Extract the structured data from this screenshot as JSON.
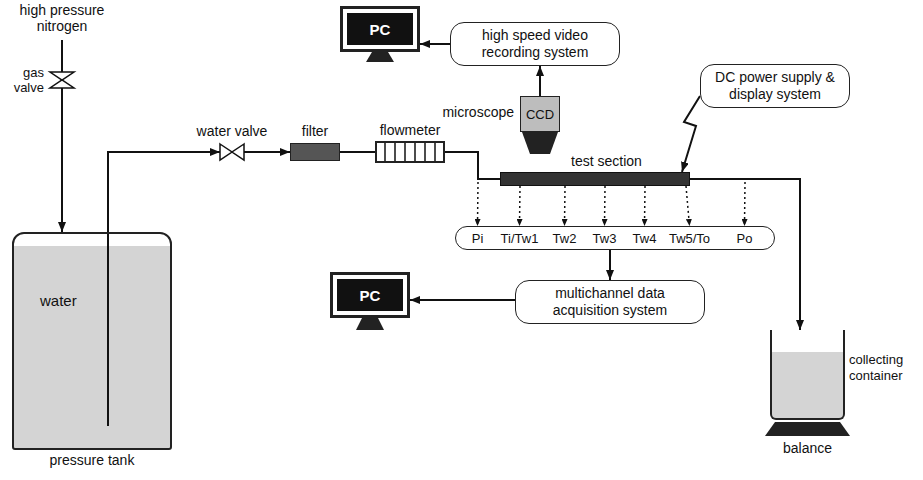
{
  "diagram": {
    "nodes": [
      {
        "text": [
          "PC"
        ]
      },
      {
        "text": [
          "high speed video recording system"
        ]
      },
      {
        "text": [
          "CCD"
        ]
      },
      {
        "text": [
          "DC power supply & display system"
        ]
      },
      {
        "text": [
          "gas valve"
        ]
      },
      {
        "text": [
          "water",
          "pressure tank"
        ]
      },
      {
        "text": [
          "water valve"
        ]
      },
      {
        "text": [
          "filter"
        ]
      },
      {
        "text": [
          "flowmeter"
        ]
      },
      {
        "text": [
          "test section"
        ]
      },
      {
        "text": [
          "Pi",
          "Ti/Tw1",
          "Tw2",
          "Tw3",
          "Tw4",
          "Tw5/To",
          "Po"
        ]
      },
      {
        "text": [
          "PC"
        ]
      },
      {
        "text": [
          "multichannel data acquisition system"
        ]
      },
      {
        "text": [
          "collecting container"
        ]
      },
      {
        "text": [
          "balance"
        ]
      }
    ],
    "edges": [
      {
        "from": 1,
        "to": 0,
        "arrow": "to"
      },
      {
        "from": 2,
        "to": 1,
        "arrow": "to"
      },
      {
        "from": 3,
        "to": 9,
        "arrow": "to"
      },
      {
        "from": 4,
        "to": 5,
        "arrow": "to"
      },
      {
        "from": 5,
        "to": 6,
        "arrow": "to"
      },
      {
        "from": 6,
        "to": 7,
        "arrow": "to"
      },
      {
        "from": 7,
        "to": 8,
        "arrow": "none"
      },
      {
        "from": 8,
        "to": 9,
        "arrow": "none"
      },
      {
        "from": 9,
        "to": 13,
        "arrow": "to"
      },
      {
        "from": 9,
        "to": 10,
        "arrow": "to"
      },
      {
        "from": 9,
        "to": 10,
        "arrow": "to"
      },
      {
        "from": 9,
        "to": 10,
        "arrow": "to"
      },
      {
        "from": 9,
        "to": 10,
        "arrow": "to"
      },
      {
        "from": 9,
        "to": 10,
        "arrow": "to"
      },
      {
        "from": 9,
        "to": 10,
        "arrow": "to"
      },
      {
        "from": 9,
        "to": 10,
        "arrow": "to"
      },
      {
        "from": 10,
        "to": 12,
        "arrow": "to"
      },
      {
        "from": 12,
        "to": 11,
        "arrow": "to"
      }
    ],
    "labels": [
      "high pressure nitrogen",
      "microscope"
    ]
  }
}
